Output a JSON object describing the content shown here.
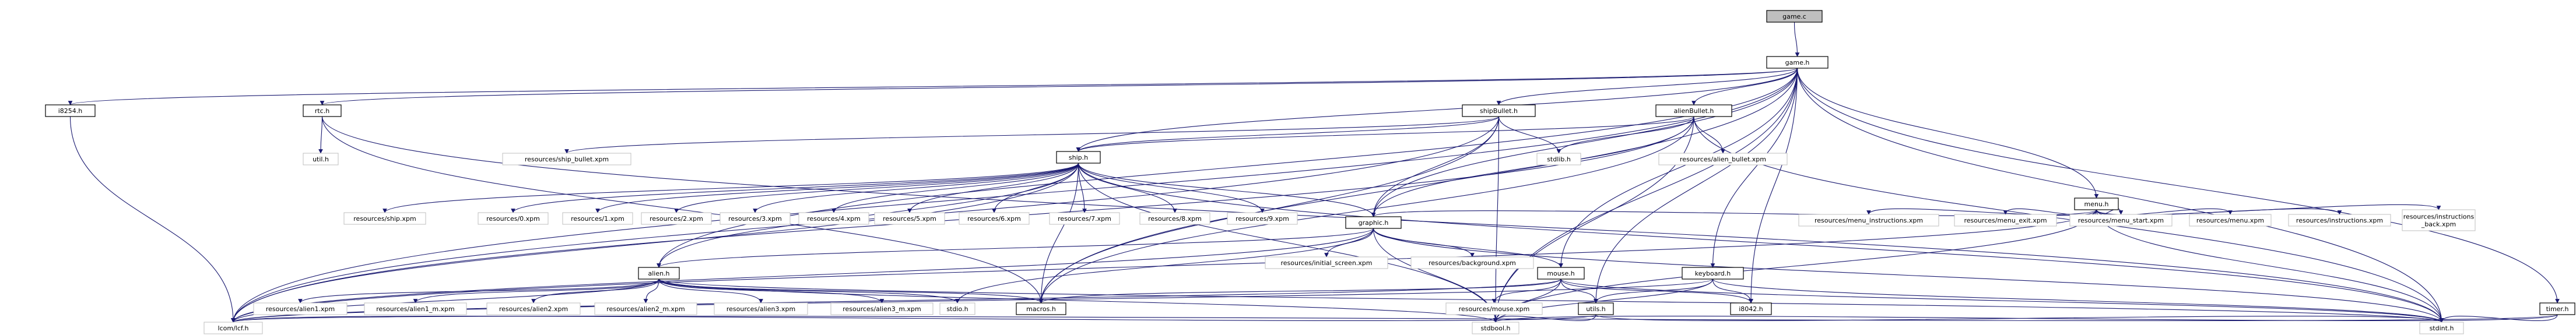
{
  "diagram": {
    "root": "game.c",
    "nodes": [
      {
        "id": "game_c",
        "lines": [
          "game.c"
        ],
        "style": "root"
      },
      {
        "id": "game_h",
        "lines": [
          "game.h"
        ],
        "style": "framed"
      },
      {
        "id": "i8254",
        "lines": [
          "i8254.h"
        ],
        "style": "framed"
      },
      {
        "id": "rtc",
        "lines": [
          "rtc.h"
        ],
        "style": "framed"
      },
      {
        "id": "shipBullet",
        "lines": [
          "shipBullet.h"
        ],
        "style": "framed"
      },
      {
        "id": "alienBullet",
        "lines": [
          "alienBullet.h"
        ],
        "style": "framed"
      },
      {
        "id": "util",
        "lines": [
          "util.h"
        ],
        "style": "plain"
      },
      {
        "id": "res_ship_bullet",
        "lines": [
          "resources/ship_bullet.xpm"
        ],
        "style": "plain"
      },
      {
        "id": "stdlib",
        "lines": [
          "stdlib.h"
        ],
        "style": "plain"
      },
      {
        "id": "res_alien_bullet",
        "lines": [
          "resources/alien_bullet.xpm"
        ],
        "style": "plain"
      },
      {
        "id": "ship",
        "lines": [
          "ship.h"
        ],
        "style": "framed"
      },
      {
        "id": "menu",
        "lines": [
          "menu.h"
        ],
        "style": "framed"
      },
      {
        "id": "res_ship",
        "lines": [
          "resources/ship.xpm"
        ],
        "style": "plain"
      },
      {
        "id": "res_0",
        "lines": [
          "resources/0.xpm"
        ],
        "style": "plain"
      },
      {
        "id": "res_1",
        "lines": [
          "resources/1.xpm"
        ],
        "style": "plain"
      },
      {
        "id": "res_2",
        "lines": [
          "resources/2.xpm"
        ],
        "style": "plain"
      },
      {
        "id": "res_3",
        "lines": [
          "resources/3.xpm"
        ],
        "style": "plain"
      },
      {
        "id": "res_4",
        "lines": [
          "resources/4.xpm"
        ],
        "style": "plain"
      },
      {
        "id": "res_5",
        "lines": [
          "resources/5.xpm"
        ],
        "style": "plain"
      },
      {
        "id": "res_6",
        "lines": [
          "resources/6.xpm"
        ],
        "style": "plain"
      },
      {
        "id": "res_7",
        "lines": [
          "resources/7.xpm"
        ],
        "style": "plain"
      },
      {
        "id": "res_8",
        "lines": [
          "resources/8.xpm"
        ],
        "style": "plain"
      },
      {
        "id": "res_9",
        "lines": [
          "resources/9.xpm"
        ],
        "style": "plain"
      },
      {
        "id": "res_menu_instructions",
        "lines": [
          "resources/menu_instructions.xpm"
        ],
        "style": "plain"
      },
      {
        "id": "res_menu_exit",
        "lines": [
          "resources/menu_exit.xpm"
        ],
        "style": "plain"
      },
      {
        "id": "res_menu_start",
        "lines": [
          "resources/menu_start.xpm"
        ],
        "style": "plain"
      },
      {
        "id": "res_menu",
        "lines": [
          "resources/menu.xpm"
        ],
        "style": "plain"
      },
      {
        "id": "res_instructions",
        "lines": [
          "resources/instructions.xpm"
        ],
        "style": "plain"
      },
      {
        "id": "res_instructions_back",
        "lines": [
          "resources/instructions",
          "_back.xpm"
        ],
        "style": "plain"
      },
      {
        "id": "graphic",
        "lines": [
          "graphic.h"
        ],
        "style": "framed"
      },
      {
        "id": "res_initial_screen",
        "lines": [
          "resources/initial_screen.xpm"
        ],
        "style": "plain"
      },
      {
        "id": "res_background",
        "lines": [
          "resources/background.xpm"
        ],
        "style": "plain"
      },
      {
        "id": "alien",
        "lines": [
          "alien.h"
        ],
        "style": "framed"
      },
      {
        "id": "mouse",
        "lines": [
          "mouse.h"
        ],
        "style": "framed"
      },
      {
        "id": "keyboard",
        "lines": [
          "keyboard.h"
        ],
        "style": "framed"
      },
      {
        "id": "res_alien1",
        "lines": [
          "resources/alien1.xpm"
        ],
        "style": "plain"
      },
      {
        "id": "res_alien1_m",
        "lines": [
          "resources/alien1_m.xpm"
        ],
        "style": "plain"
      },
      {
        "id": "res_alien2",
        "lines": [
          "resources/alien2.xpm"
        ],
        "style": "plain"
      },
      {
        "id": "res_alien2_m",
        "lines": [
          "resources/alien2_m.xpm"
        ],
        "style": "plain"
      },
      {
        "id": "res_alien3",
        "lines": [
          "resources/alien3.xpm"
        ],
        "style": "plain"
      },
      {
        "id": "res_alien3_m",
        "lines": [
          "resources/alien3_m.xpm"
        ],
        "style": "plain"
      },
      {
        "id": "stdio",
        "lines": [
          "stdio.h"
        ],
        "style": "plain"
      },
      {
        "id": "macros",
        "lines": [
          "macros.h"
        ],
        "style": "framed"
      },
      {
        "id": "res_mouse",
        "lines": [
          "resources/mouse.xpm"
        ],
        "style": "plain"
      },
      {
        "id": "utils",
        "lines": [
          "utils.h"
        ],
        "style": "framed"
      },
      {
        "id": "i8042",
        "lines": [
          "i8042.h"
        ],
        "style": "framed"
      },
      {
        "id": "timer",
        "lines": [
          "timer.h"
        ],
        "style": "framed"
      },
      {
        "id": "lcom_lcf",
        "lines": [
          "lcom/lcf.h"
        ],
        "style": "plain"
      },
      {
        "id": "stdbool",
        "lines": [
          "stdbool.h"
        ],
        "style": "plain"
      },
      {
        "id": "stdint",
        "lines": [
          "stdint.h"
        ],
        "style": "plain"
      }
    ],
    "edges": [
      [
        "game_c",
        "game_h"
      ],
      [
        "game_h",
        "i8254"
      ],
      [
        "game_h",
        "rtc"
      ],
      [
        "game_h",
        "shipBullet"
      ],
      [
        "game_h",
        "alienBullet"
      ],
      [
        "game_h",
        "ship"
      ],
      [
        "game_h",
        "menu"
      ],
      [
        "game_h",
        "graphic"
      ],
      [
        "game_h",
        "alien"
      ],
      [
        "game_h",
        "mouse"
      ],
      [
        "game_h",
        "keyboard"
      ],
      [
        "game_h",
        "utils"
      ],
      [
        "game_h",
        "i8042"
      ],
      [
        "game_h",
        "timer"
      ],
      [
        "game_h",
        "lcom_lcf"
      ],
      [
        "game_h",
        "stdbool"
      ],
      [
        "game_h",
        "stdint"
      ],
      [
        "game_h",
        "macros"
      ],
      [
        "i8254",
        "lcom_lcf"
      ],
      [
        "rtc",
        "util"
      ],
      [
        "rtc",
        "macros"
      ],
      [
        "rtc",
        "stdint"
      ],
      [
        "shipBullet",
        "res_ship_bullet"
      ],
      [
        "shipBullet",
        "stdlib"
      ],
      [
        "shipBullet",
        "ship"
      ],
      [
        "shipBullet",
        "graphic"
      ],
      [
        "shipBullet",
        "lcom_lcf"
      ],
      [
        "shipBullet",
        "stdbool"
      ],
      [
        "shipBullet",
        "macros"
      ],
      [
        "alienBullet",
        "res_alien_bullet"
      ],
      [
        "alienBullet",
        "stdlib"
      ],
      [
        "alienBullet",
        "ship"
      ],
      [
        "alienBullet",
        "graphic"
      ],
      [
        "alienBullet",
        "lcom_lcf"
      ],
      [
        "alienBullet",
        "stdbool"
      ],
      [
        "alienBullet",
        "macros"
      ],
      [
        "alienBullet",
        "stdint"
      ],
      [
        "ship",
        "res_ship"
      ],
      [
        "ship",
        "res_0"
      ],
      [
        "ship",
        "res_1"
      ],
      [
        "ship",
        "res_2"
      ],
      [
        "ship",
        "res_3"
      ],
      [
        "ship",
        "res_4"
      ],
      [
        "ship",
        "res_5"
      ],
      [
        "ship",
        "res_6"
      ],
      [
        "ship",
        "res_7"
      ],
      [
        "ship",
        "res_8"
      ],
      [
        "ship",
        "res_9"
      ],
      [
        "ship",
        "graphic"
      ],
      [
        "ship",
        "lcom_lcf"
      ],
      [
        "ship",
        "stdbool"
      ],
      [
        "ship",
        "macros"
      ],
      [
        "ship",
        "stdint"
      ],
      [
        "ship",
        "alien"
      ],
      [
        "menu",
        "res_menu_instructions"
      ],
      [
        "menu",
        "res_menu_exit"
      ],
      [
        "menu",
        "res_menu_start"
      ],
      [
        "menu",
        "res_menu"
      ],
      [
        "menu",
        "res_instructions"
      ],
      [
        "menu",
        "res_instructions_back"
      ],
      [
        "menu",
        "graphic"
      ],
      [
        "menu",
        "lcom_lcf"
      ],
      [
        "menu",
        "stdbool"
      ],
      [
        "menu",
        "stdint"
      ],
      [
        "graphic",
        "res_initial_screen"
      ],
      [
        "graphic",
        "res_background"
      ],
      [
        "graphic",
        "alien"
      ],
      [
        "graphic",
        "mouse"
      ],
      [
        "graphic",
        "lcom_lcf"
      ],
      [
        "graphic",
        "stdbool"
      ],
      [
        "graphic",
        "stdint"
      ],
      [
        "graphic",
        "stdio"
      ],
      [
        "alien",
        "res_alien1"
      ],
      [
        "alien",
        "res_alien1_m"
      ],
      [
        "alien",
        "res_alien2"
      ],
      [
        "alien",
        "res_alien2_m"
      ],
      [
        "alien",
        "res_alien3"
      ],
      [
        "alien",
        "res_alien3_m"
      ],
      [
        "alien",
        "stdio"
      ],
      [
        "alien",
        "macros"
      ],
      [
        "alien",
        "lcom_lcf"
      ],
      [
        "alien",
        "stdbool"
      ],
      [
        "alien",
        "stdint"
      ],
      [
        "mouse",
        "res_mouse"
      ],
      [
        "mouse",
        "utils"
      ],
      [
        "mouse",
        "i8042"
      ],
      [
        "mouse",
        "macros"
      ],
      [
        "mouse",
        "lcom_lcf"
      ],
      [
        "mouse",
        "stdbool"
      ],
      [
        "mouse",
        "stdint"
      ],
      [
        "keyboard",
        "i8042"
      ],
      [
        "keyboard",
        "utils"
      ],
      [
        "keyboard",
        "lcom_lcf"
      ],
      [
        "keyboard",
        "stdbool"
      ],
      [
        "keyboard",
        "stdint"
      ],
      [
        "utils",
        "lcom_lcf"
      ],
      [
        "utils",
        "stdbool"
      ],
      [
        "utils",
        "stdint"
      ],
      [
        "timer",
        "lcom_lcf"
      ],
      [
        "timer",
        "stdint"
      ],
      [
        "timer",
        "stdbool"
      ]
    ]
  }
}
